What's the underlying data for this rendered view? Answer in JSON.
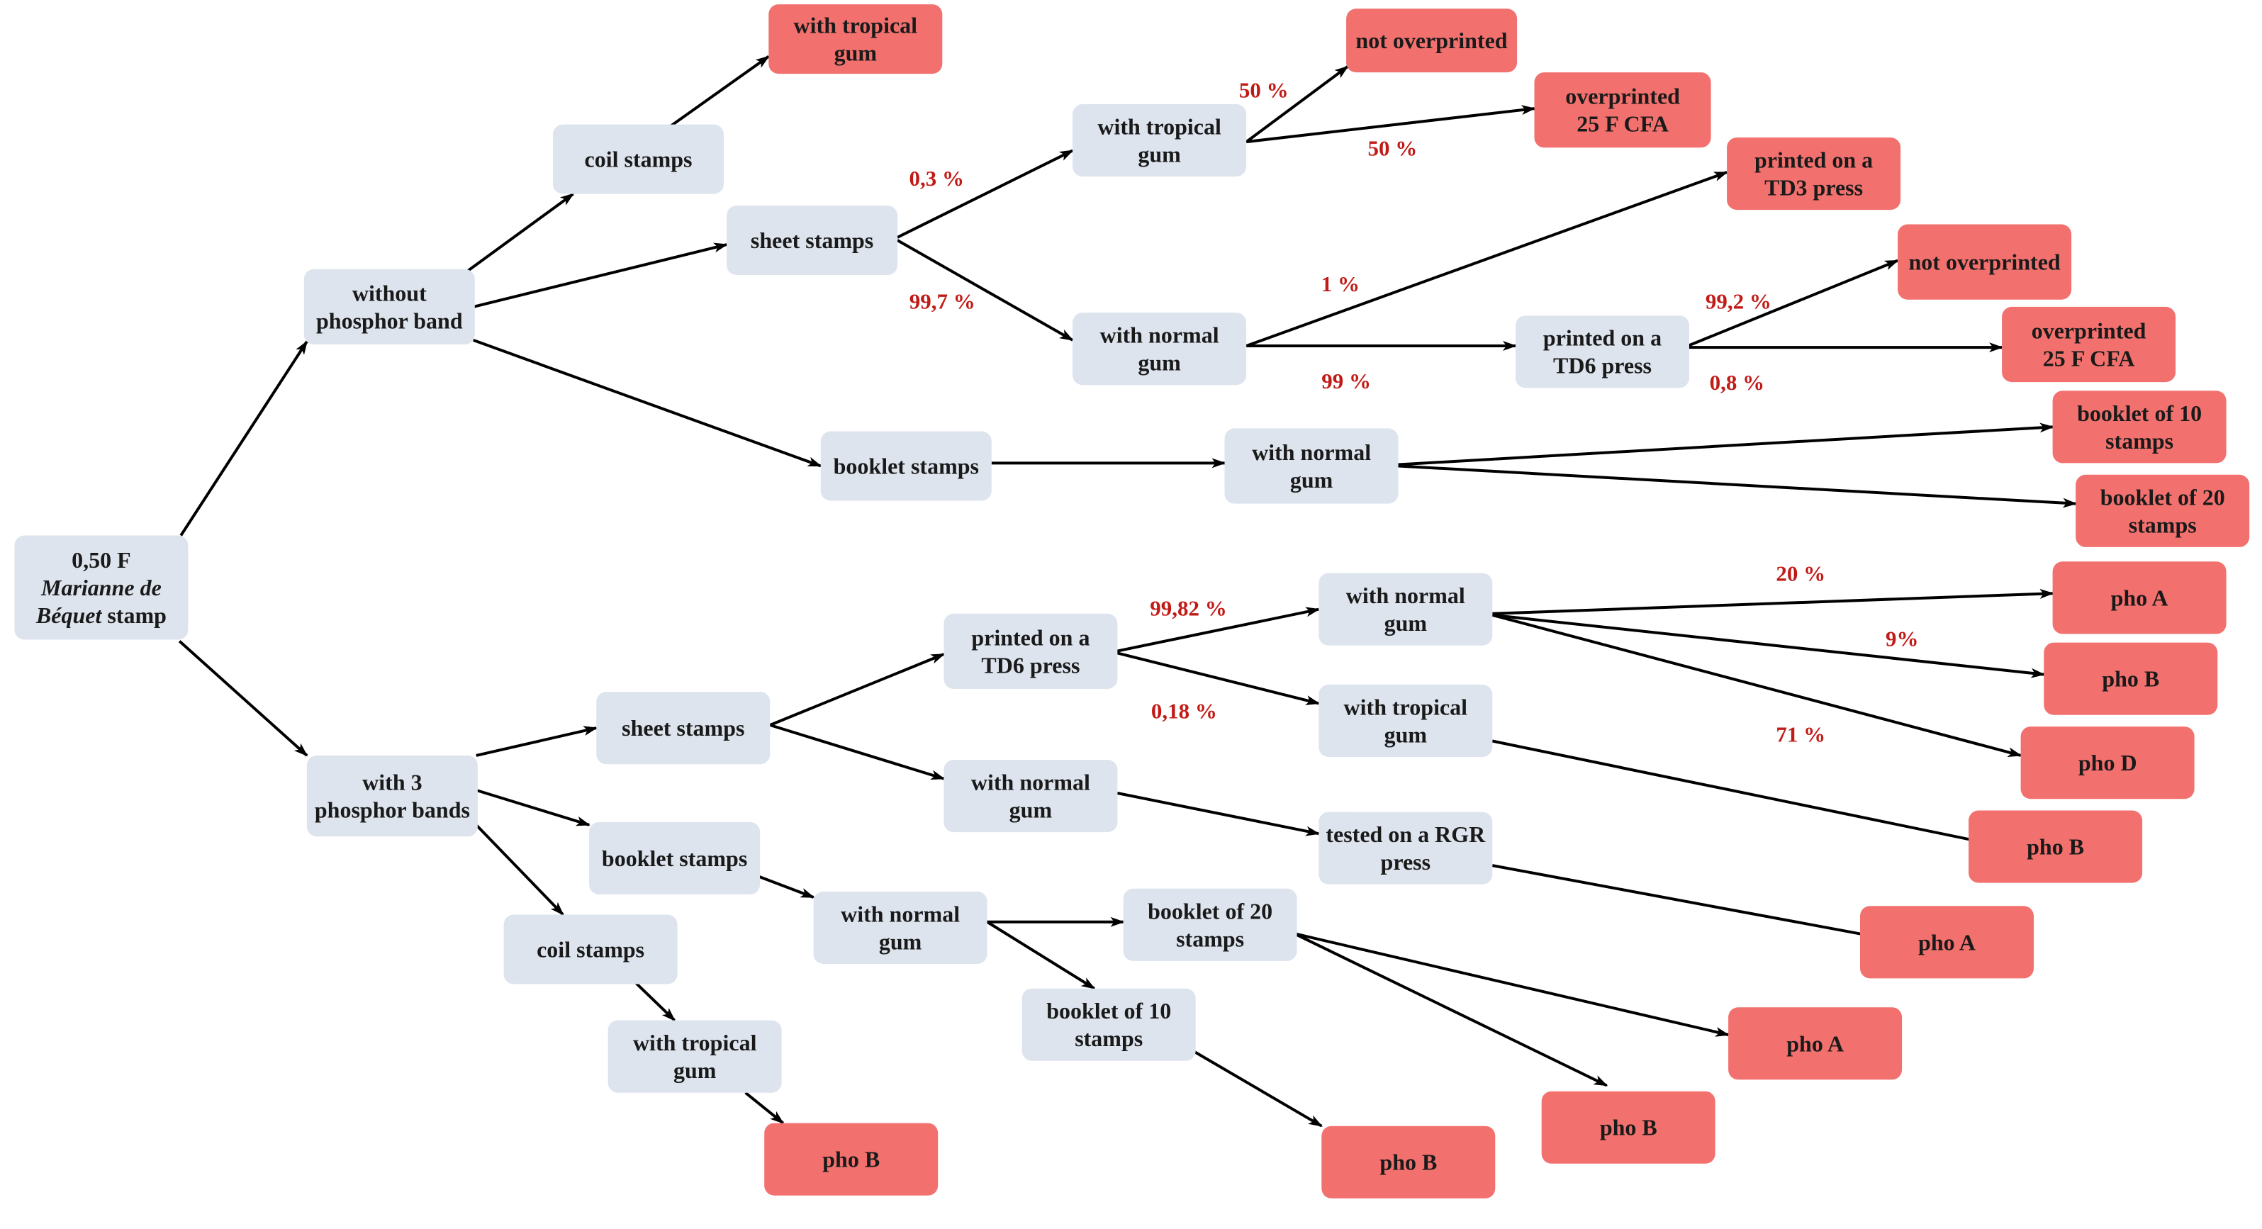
{
  "colors": {
    "category_fill": "#dde4ee",
    "terminal_fill": "#f2716e",
    "arrow": "#000000",
    "percentage": "#c11b17"
  },
  "nodes": {
    "root": [
      "0,50 F",
      "Marianne de",
      "Béquet  stamp"
    ],
    "no_phos": [
      "without",
      "phosphor band"
    ],
    "three_phos": [
      "with 3",
      "phosphor bands"
    ],
    "np_coil": [
      "coil stamps"
    ],
    "np_coil_trop": [
      "with tropical",
      "gum"
    ],
    "np_sheet": [
      "sheet stamps"
    ],
    "np_sheet_trop": [
      "with tropical",
      "gum"
    ],
    "np_not_over_1": [
      "not overprinted"
    ],
    "np_over_1": [
      "overprinted",
      "25 F CFA"
    ],
    "np_sheet_norm": [
      "with normal",
      "gum"
    ],
    "np_td3": [
      "printed on a",
      "TD3 press"
    ],
    "np_td6": [
      "printed on a",
      "TD6 press"
    ],
    "np_not_over_2": [
      "not overprinted"
    ],
    "np_over_2": [
      "overprinted",
      "25 F CFA"
    ],
    "np_booklet": [
      "booklet stamps"
    ],
    "np_booklet_norm": [
      "with normal",
      "gum"
    ],
    "np_booklet10": [
      "booklet of 10",
      "stamps"
    ],
    "np_booklet20": [
      "booklet of 20",
      "stamps"
    ],
    "p_sheet": [
      "sheet stamps"
    ],
    "p_td6": [
      "printed on a",
      "TD6 press"
    ],
    "p_td6_norm": [
      "with normal",
      "gum"
    ],
    "p_td6_trop": [
      "with tropical",
      "gum"
    ],
    "p_phoA_1": [
      "pho A"
    ],
    "p_phoB_1": [
      "pho B"
    ],
    "p_phoD": [
      "pho D"
    ],
    "p_phoB_2": [
      "pho B"
    ],
    "p_sheet_norm": [
      "with normal",
      "gum"
    ],
    "p_rgr": [
      "tested on a RGR",
      "press"
    ],
    "p_phoA_2": [
      "pho A"
    ],
    "p_booklet": [
      "booklet stamps"
    ],
    "p_booklet_norm": [
      "with normal",
      "gum"
    ],
    "p_booklet20": [
      "booklet of 20",
      "stamps"
    ],
    "p_booklet10": [
      "booklet of 10",
      "stamps"
    ],
    "p_phoA_3": [
      "pho A"
    ],
    "p_phoB_3": [
      "pho B"
    ],
    "p_phoB_4": [
      "pho B"
    ],
    "p_coil": [
      "coil stamps"
    ],
    "p_coil_trop": [
      "with tropical",
      "gum"
    ],
    "p_phoB_5": [
      "pho B"
    ]
  },
  "percentages": {
    "np_sheet_trop_share": "0,3 %",
    "np_sheet_norm_share": "99,7 %",
    "np_not_over_1_share": "50 %",
    "np_over_1_share": "50 %",
    "np_td3_share": "1 %",
    "np_td6_share": "99 %",
    "np_not_over_2_share": "99,2 %",
    "np_over_2_share": "0,8 %",
    "p_td6_norm_share": "99,82 %",
    "p_td6_trop_share": "0,18 %",
    "p_phoA_1_share": "20 %",
    "p_phoB_1_share": "9%",
    "p_phoD_share": "71 %"
  }
}
